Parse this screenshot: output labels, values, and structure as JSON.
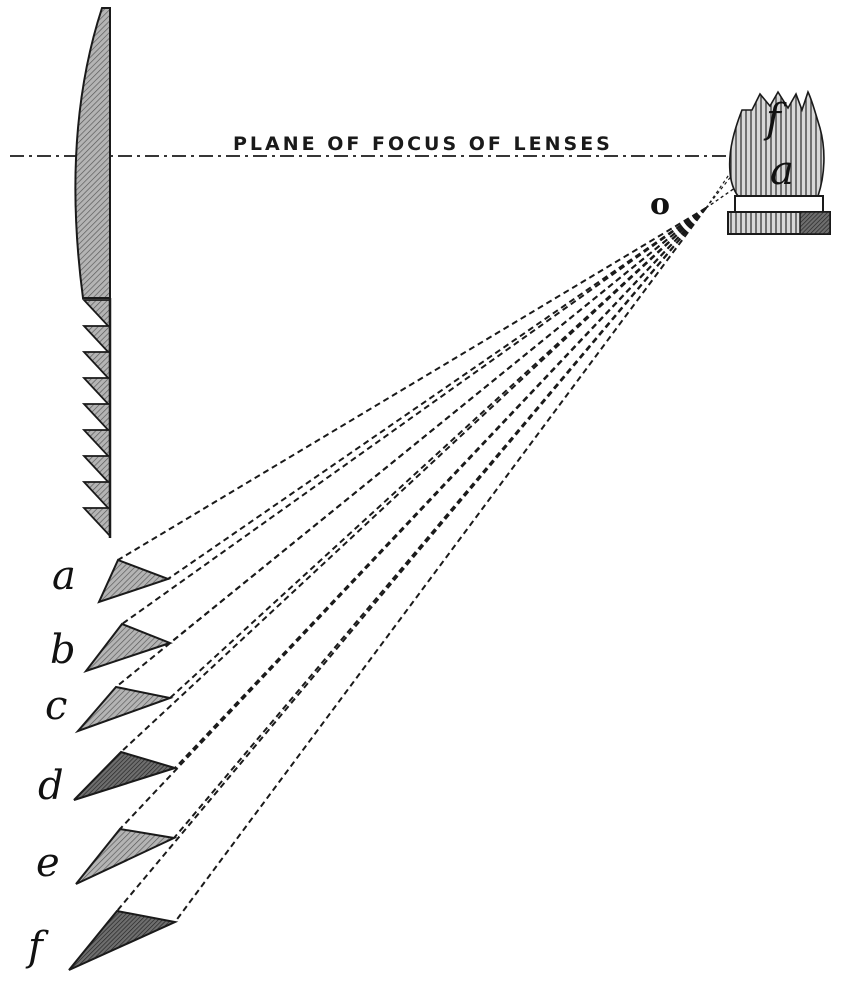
{
  "plane_label": "PLANE OF FOCUS OF LENSES",
  "origin_label": "o",
  "lamp_labels": {
    "top": "f",
    "bottom": "a"
  },
  "prism_labels": [
    "a",
    "b",
    "c",
    "d",
    "e",
    "f"
  ],
  "colors": {
    "ink": "#1a1a1a",
    "hatch": "#444444",
    "paper": "#ffffff"
  }
}
